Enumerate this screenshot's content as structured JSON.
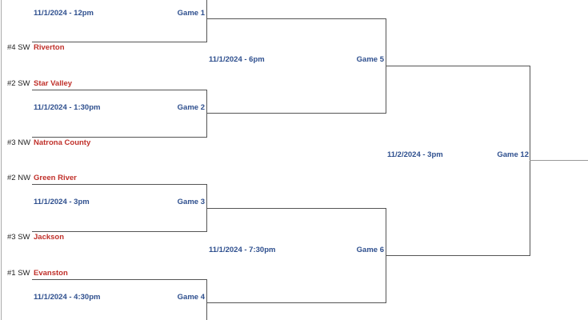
{
  "teams": [
    {
      "seed": "#4 SW",
      "name": "Riverton"
    },
    {
      "seed": "#2 SW",
      "name": "Star Valley"
    },
    {
      "seed": "#3 NW",
      "name": "Natrona County"
    },
    {
      "seed": "#2 NW",
      "name": "Green River"
    },
    {
      "seed": "#3 SW",
      "name": "Jackson"
    },
    {
      "seed": "#1 SW",
      "name": "Evanston"
    }
  ],
  "games": [
    {
      "label": "Game 1",
      "time": "11/1/2024 - 12pm"
    },
    {
      "label": "Game 2",
      "time": "11/1/2024 - 1:30pm"
    },
    {
      "label": "Game 3",
      "time": "11/1/2024 - 3pm"
    },
    {
      "label": "Game 4",
      "time": "11/1/2024 - 4:30pm"
    },
    {
      "label": "Game 5",
      "time": "11/1/2024 - 6pm"
    },
    {
      "label": "Game 6",
      "time": "11/1/2024 - 7:30pm"
    },
    {
      "label": "Game 12",
      "time": "11/2/2024 - 3pm"
    }
  ],
  "colors": {
    "accent": "#2e4f8e",
    "team": "#c0302a",
    "line": "#555555"
  }
}
